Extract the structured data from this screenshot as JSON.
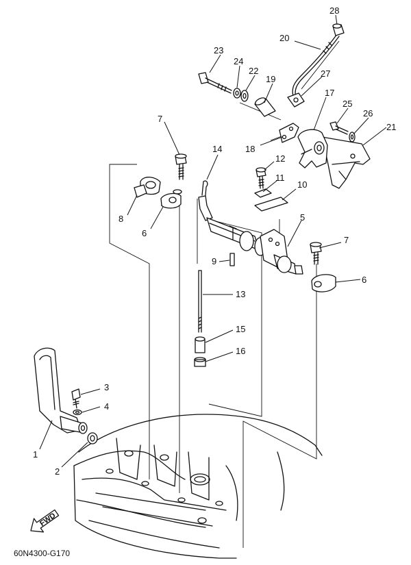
{
  "diagram": {
    "drawing_code": "60N4300-G170",
    "fwd_label": "FWD",
    "callouts": [
      "28",
      "20",
      "23",
      "24",
      "22",
      "19",
      "27",
      "17",
      "25",
      "26",
      "21",
      "7",
      "14",
      "12",
      "18",
      "11",
      "10",
      "8",
      "6",
      "5",
      "9",
      "7",
      "6",
      "13",
      "15",
      "16",
      "3",
      "4",
      "1",
      "2"
    ]
  }
}
